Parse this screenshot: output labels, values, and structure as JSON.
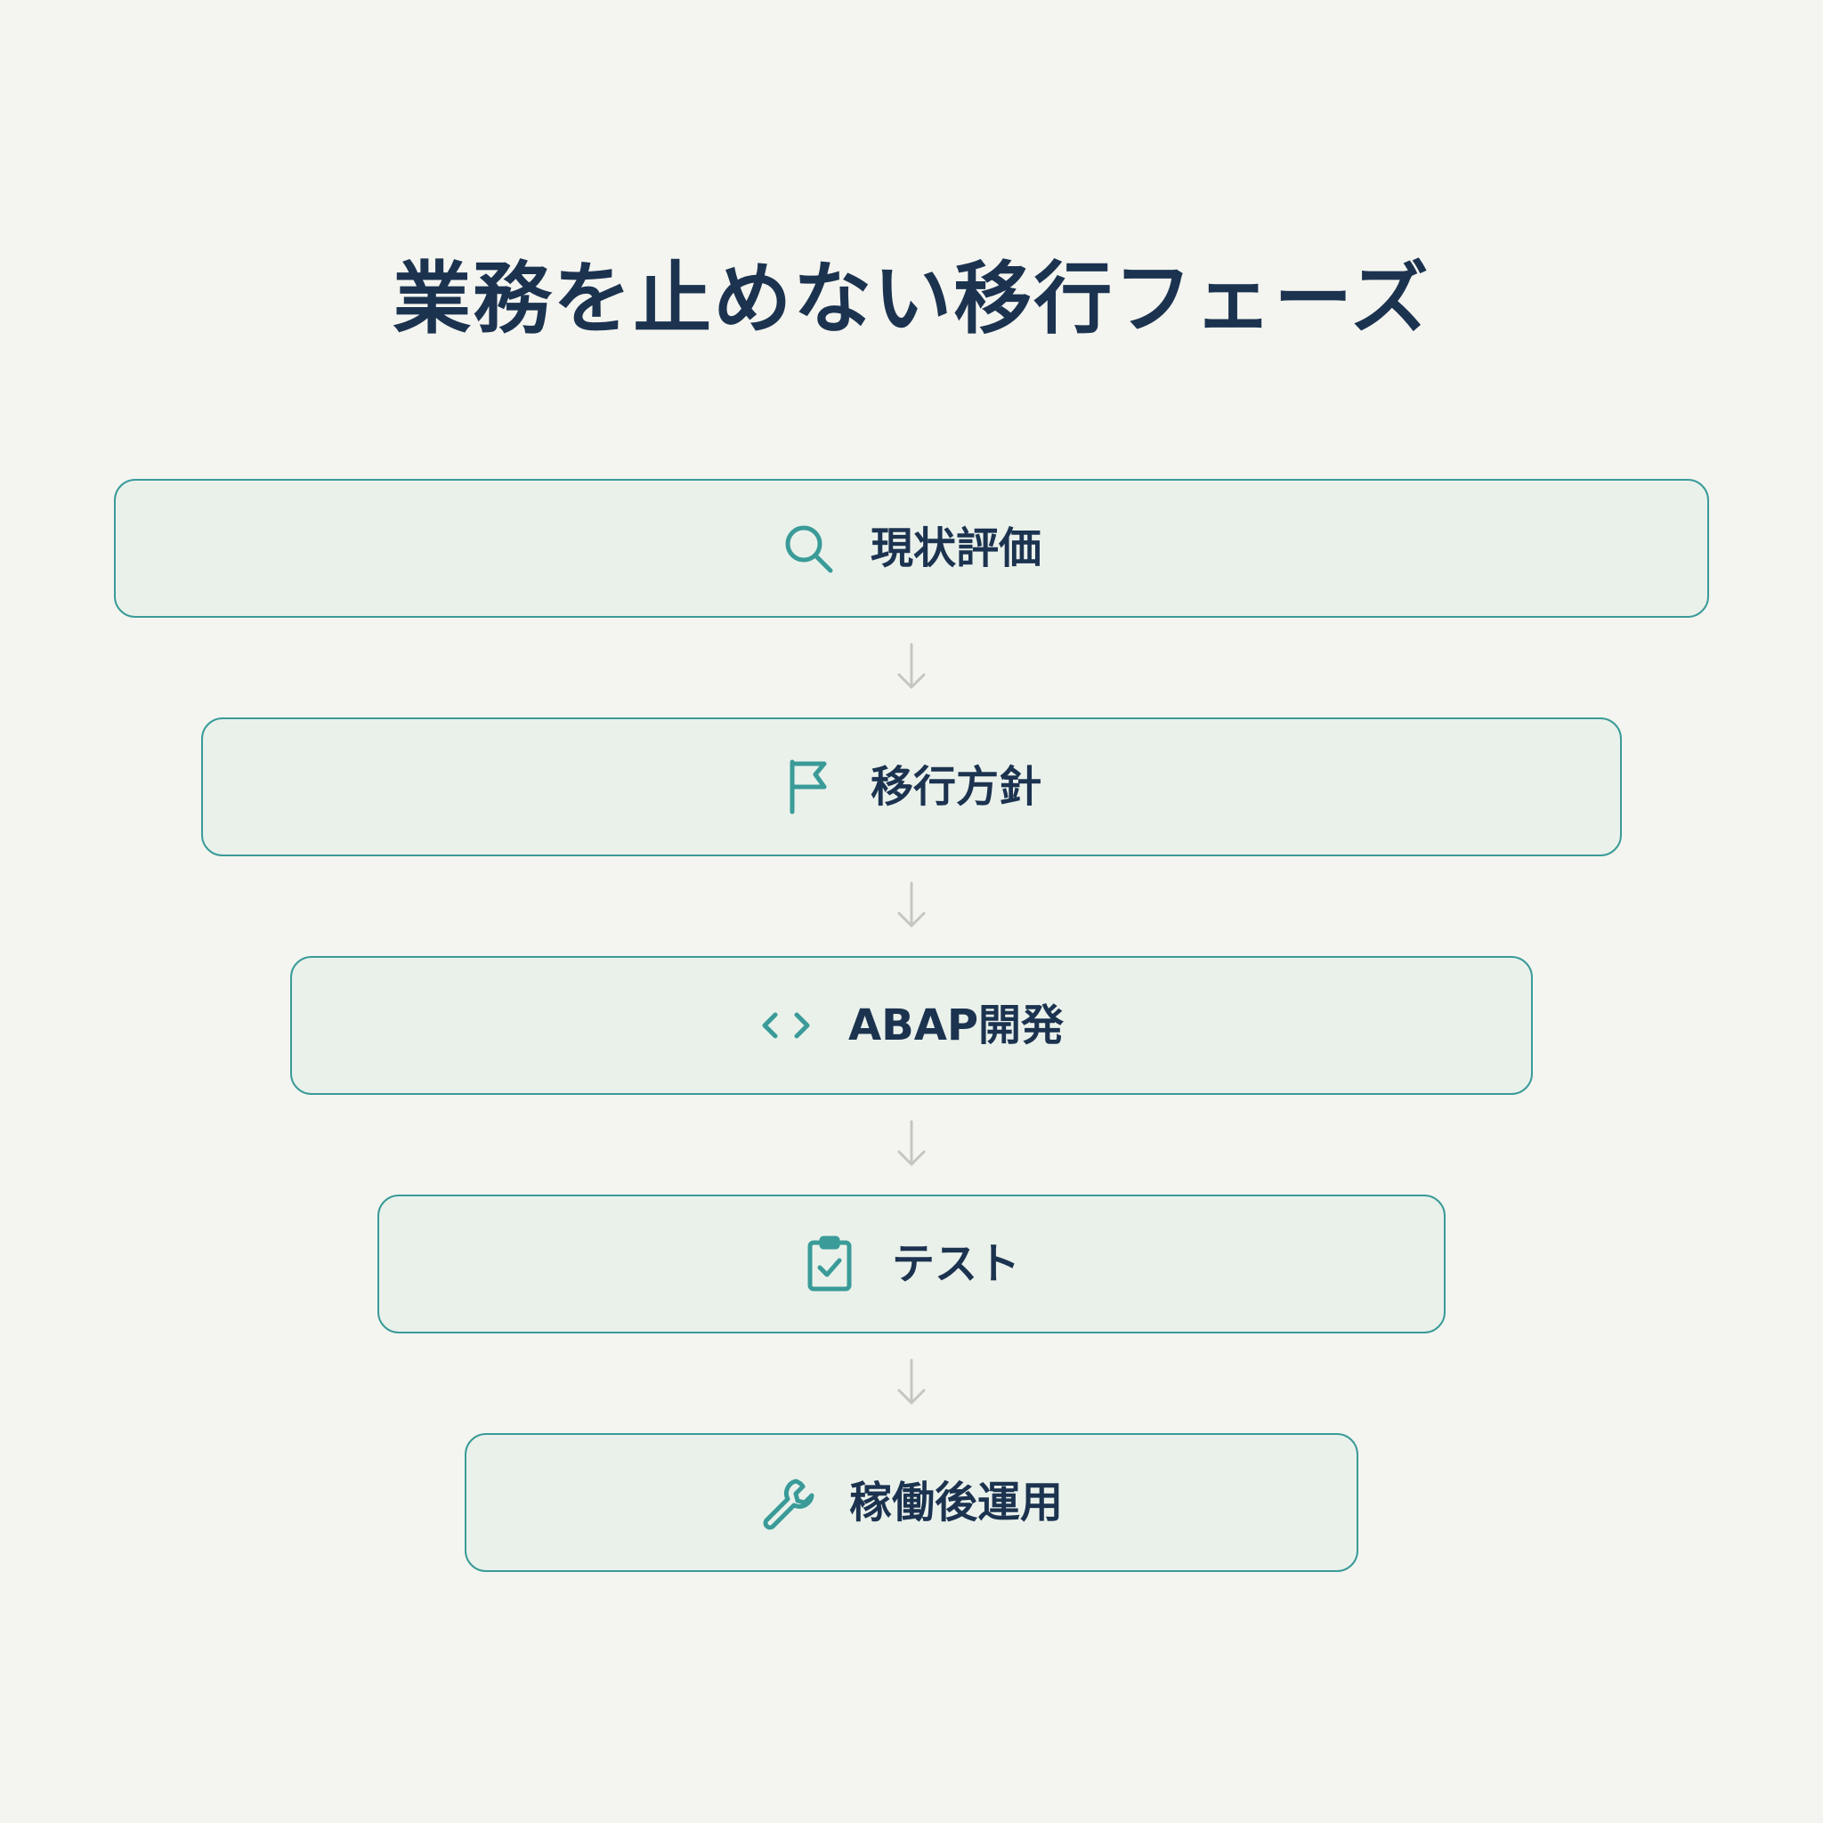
{
  "title": "業務を止めない移行フェーズ",
  "colors": {
    "background": "#f4f5f0",
    "box_fill": "#eaf1eb",
    "box_border": "#3a9b98",
    "icon": "#3a9b98",
    "text": "#1c3350",
    "arrow": "#c4c6c2"
  },
  "phases": [
    {
      "label": "現状評価",
      "icon": "search-icon"
    },
    {
      "label": "移行方針",
      "icon": "flag-icon"
    },
    {
      "label": "ABAP開発",
      "icon": "code-icon"
    },
    {
      "label": "テスト",
      "icon": "clipboard-check-icon"
    },
    {
      "label": "稼働後運用",
      "icon": "wrench-icon"
    }
  ]
}
